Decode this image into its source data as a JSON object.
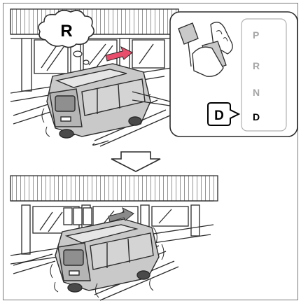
{
  "thought_bubble": {
    "text": "R"
  },
  "callout": {
    "badge_text": "D"
  },
  "shift_gate": {
    "positions": [
      "P",
      "R",
      "N",
      "D"
    ],
    "active": "D",
    "active_color": "#000000",
    "inactive_color": "#a6a6a6"
  },
  "colors": {
    "line": "#2b2b2b",
    "vehicle": "#c9c9c9",
    "vehicle_dark": "#9a9a9a",
    "arrow": "#8a8a8a",
    "frame": "#7a7a7a"
  }
}
